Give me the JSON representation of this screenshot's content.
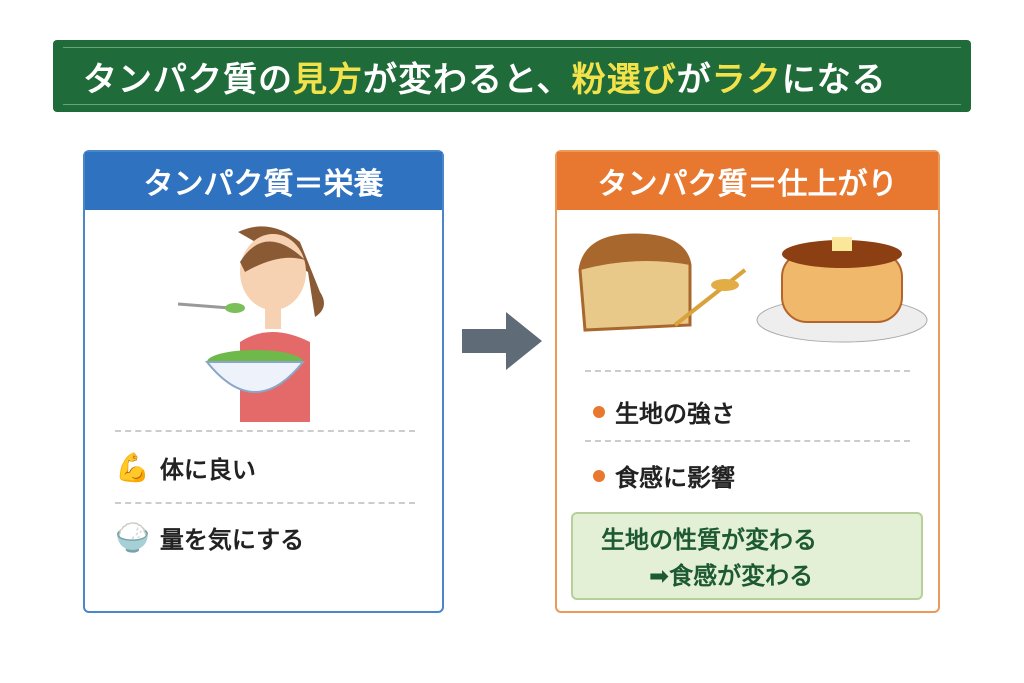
{
  "title": {
    "p1": "タンパク質の",
    "h1": "見方",
    "p2": "が変わると、",
    "h2": "粉選び",
    "p3": "が",
    "h3": "ラク",
    "p4": "になる"
  },
  "left": {
    "heading": "タンパク質＝栄養",
    "items": [
      {
        "icon": "muscle-icon",
        "label": "体に良い"
      },
      {
        "icon": "rice-bowl-icon",
        "label": "量を気にする"
      }
    ]
  },
  "right": {
    "heading": "タンパク質＝仕上がり",
    "items": [
      {
        "label": "生地の強さ"
      },
      {
        "label": "食感に影響"
      }
    ],
    "note": {
      "line1": "生地の性質が変わる",
      "line2": "食感が変わる"
    }
  },
  "colors": {
    "banner": "#1f6b3a",
    "highlight": "#f3e24a",
    "blue": "#2f72bf",
    "orange": "#e8772f"
  }
}
